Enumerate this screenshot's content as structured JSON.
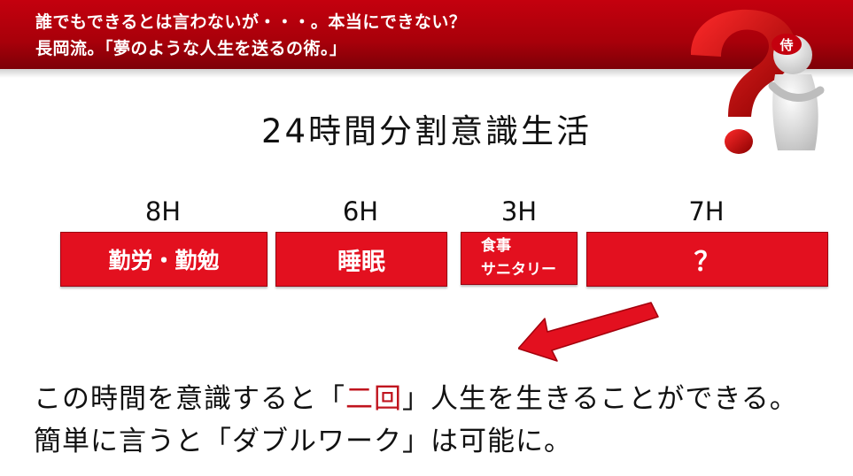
{
  "header": {
    "line1": "誰でもできるとは言わないが・・・。本当にできない？",
    "line2": "長岡流。「夢のような人生を送るの術。」",
    "mascot_badge": "侍"
  },
  "title": "24時間分割意識生活",
  "segments": [
    {
      "hours": "8H",
      "label": "勤労・勤勉"
    },
    {
      "hours": "6H",
      "label": "睡眠"
    },
    {
      "hours": "3H",
      "label_line1": "食事",
      "label_line2": "サニタリー"
    },
    {
      "hours": "7H",
      "label": "？"
    }
  ],
  "body": {
    "line1_before": "この時間を意識すると「",
    "line1_accent": "二回",
    "line1_after": "」人生を生きることができる。",
    "line2": "簡単に言うと「ダブルワーク」は可能に。"
  },
  "colors": {
    "header_red": "#b4000c",
    "segment_red": "#e3101f",
    "accent_red": "#c0141e",
    "arrow_red": "#e3101f"
  }
}
